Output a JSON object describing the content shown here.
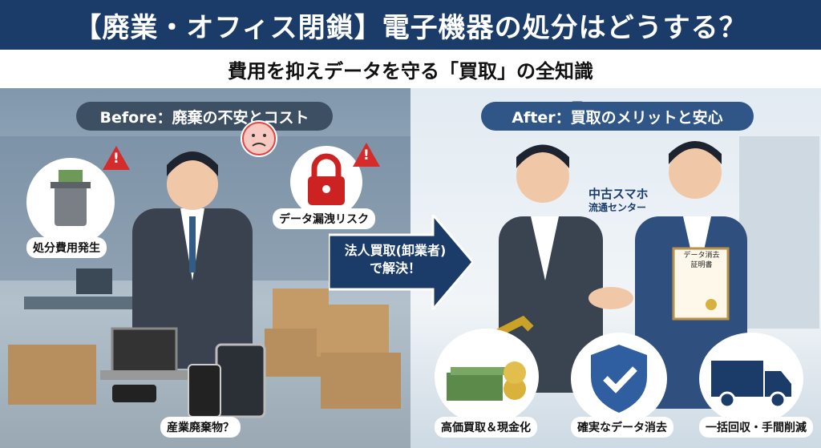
{
  "header": {
    "title": "【廃業・オフィス閉鎖】電子機器の処分はどうする？",
    "subtitle": "費用を抑えデータを守る「買取」の全知識"
  },
  "before": {
    "heading": "Before：廃棄の不安とコスト",
    "labels": {
      "disposal_cost": "処分費用発生",
      "data_leak": "データ漏洩リスク",
      "industrial_waste": "産業廃棄物？"
    }
  },
  "arrow": {
    "line1": "法人買取(卸業者)",
    "line2": "で解決！"
  },
  "after": {
    "heading": "After：買取のメリットと安心",
    "company_line1": "中古スマホ",
    "company_line2": "流通センター",
    "certificate_line1": "データ消去",
    "certificate_line2": "証明書",
    "benefits": [
      {
        "label": "高価買取＆現金化",
        "icon": "money-icon"
      },
      {
        "label": "確実なデータ消去",
        "icon": "shield-check-icon"
      },
      {
        "label": "一括回収・手間削減",
        "icon": "truck-icon"
      }
    ]
  },
  "colors": {
    "navy": "#1b3c68",
    "warning": "#d42b2b",
    "pill_before": "#3d4f63",
    "pill_after": "#2f5687"
  }
}
